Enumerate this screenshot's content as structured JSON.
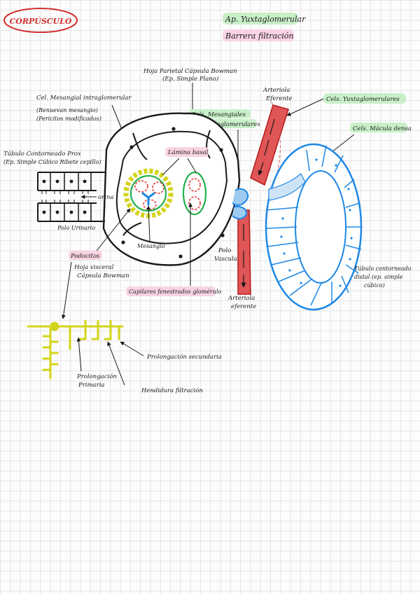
{
  "header": {
    "title": "CORPÚSCULO",
    "legend_1": "Ap. Yuxtaglomerular",
    "legend_2": "Barrera filtración"
  },
  "labels": {
    "hoja_parietal_1": "Hoja Parietal Cápsula Bowman",
    "hoja_parietal_2": "(Ep. Simple Plano)",
    "mesangial_intra_1": "Cel. Mesangial intraglomerular",
    "mesangial_intra_2": "(Renuevan mesangio)",
    "mesangial_intra_3": "(Pericitos modificados)",
    "arteriola_aferente_1": "Arteriola",
    "arteriola_aferente_2": "Eferente",
    "cels_yuxta": "Cels. Yuxtaglomerulares",
    "cels_mesangiales_extra_1": "Cels. Mesangiales",
    "cels_mesangiales_extra_2": "Extraglomerulares",
    "cels_macula_densa": "Cels. Mácula densa",
    "tubulo_proximal_1": "Túbulo Contorneado Prox",
    "tubulo_proximal_2": "(Ep. Simple Cúbico Ribete cepillo)",
    "lamina_basal": "Lámina basal",
    "orina": "orina",
    "polo_urinario": "Polo Urinario",
    "mesangio": "Mesangio",
    "polo_vascular_1": "Polo",
    "polo_vascular_2": "Vascular",
    "podocitos": "Podocitos",
    "hoja_visceral_1": "Hoja visceral",
    "hoja_visceral_2": "Cápsula Bowman",
    "capilares": "Capilares fenestrados glomérulo",
    "arteriola_eferente_1": "Arteriola",
    "arteriola_eferente_2": "eferente",
    "tubulo_distal_1": "Túbulo contorneado",
    "tubulo_distal_2": "distal (ep. simple",
    "tubulo_distal_3": "cúbico)",
    "prolongacion_secundaria": "Prolongación secundaria",
    "prolongacion_primaria_1": "Prolongación",
    "prolongacion_primaria_2": "Primaria",
    "hendidura": "Hendidura filtración"
  },
  "colors": {
    "title": "#d32f2f",
    "highlight_green": "#c8efc8",
    "highlight_pink": "#f8d3e3",
    "vessel_red": "#e05555",
    "tubule_blue": "#1e88e5",
    "podocyte_yellow": "#d4d41a",
    "capillary_green": "#22b14c"
  }
}
